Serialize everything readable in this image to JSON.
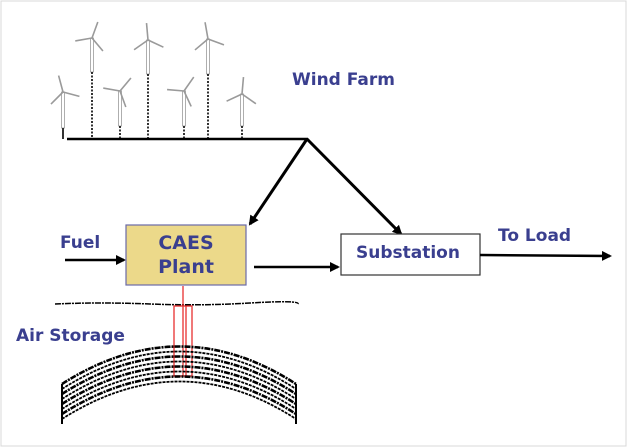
{
  "diagram": {
    "title": "CAES system with wind farm",
    "labels": {
      "wind_farm": "Wind Farm",
      "fuel": "Fuel",
      "caes_line1": "CAES",
      "caes_line2": "Plant",
      "substation": "Substation",
      "to_load": "To Load",
      "air_storage": "Air Storage"
    },
    "icons": {
      "turbine": "wind-turbine-icon"
    },
    "turbine_count": 7,
    "colors": {
      "label_text": "#3a3f8f",
      "caes_fill": "#ecd98a",
      "caes_border": "#6a6aa8",
      "wire": "#000000",
      "pipe": "#e83030",
      "turbine": "#9a9a9a"
    }
  }
}
